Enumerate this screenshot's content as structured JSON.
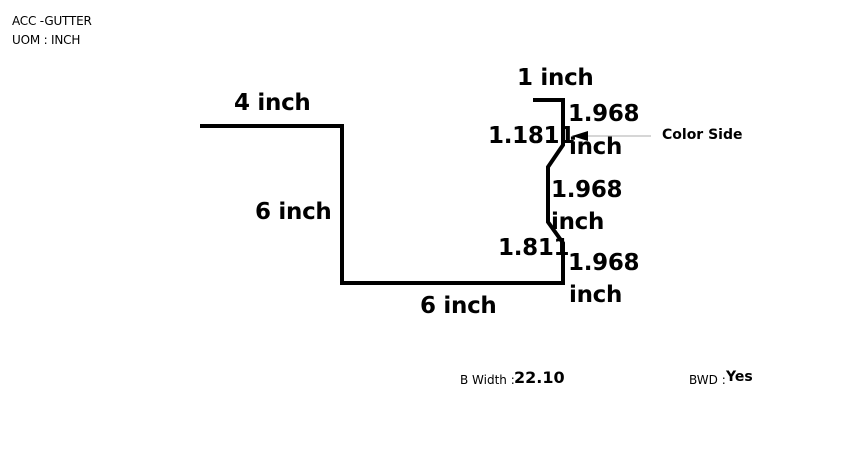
{
  "header": {
    "product": "ACC -GUTTER",
    "uom": "UOM : INCH"
  },
  "dimensions": {
    "top_left": "4 inch",
    "left_vertical": "6 inch",
    "bottom": "6 inch",
    "top_right": "1 inch",
    "seg1_value": "1.968",
    "seg1_unit": "inch",
    "seg2_value": "1.968",
    "seg2_unit": "inch",
    "seg3_value": "1.968",
    "seg3_unit": "inch",
    "bend_upper": "1.1811",
    "bend_lower": "1.811"
  },
  "color_side": {
    "label": "Color Side"
  },
  "footer": {
    "b_width_label": "B Width :",
    "b_width_value": "22.10",
    "bwd_label": "BWD :",
    "bwd_value": "Yes"
  },
  "colors": {
    "profile_stroke": "#000000",
    "arrow_line": "#c8c8c8"
  }
}
